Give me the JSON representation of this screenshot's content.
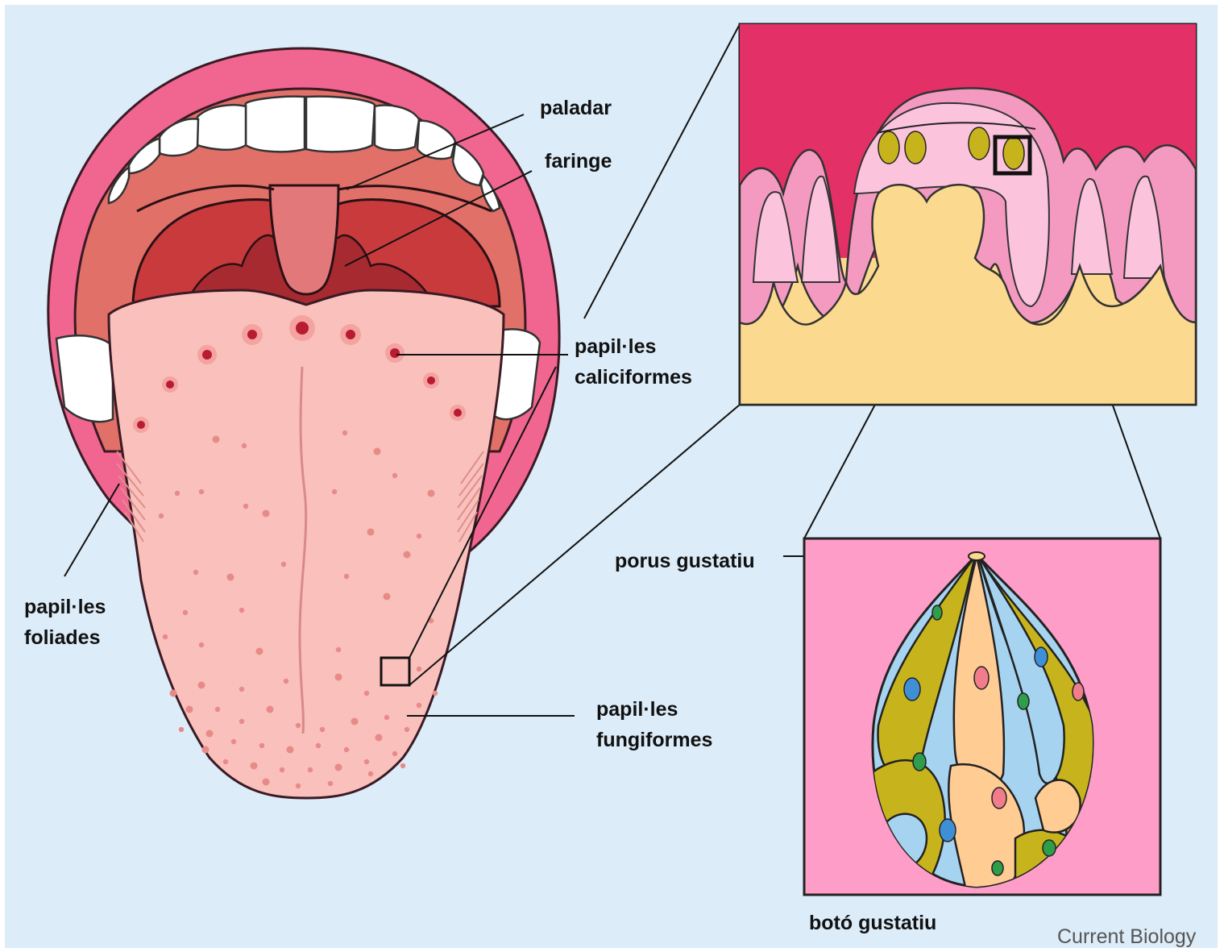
{
  "labels": {
    "palate": "paladar",
    "pharynx": "faringe",
    "circumvallate_line1": "papil·les",
    "circumvallate_line2": "caliciformes",
    "foliate_line1": "papil·les",
    "foliate_line2": "foliades",
    "fungiform_line1": "papil·les",
    "fungiform_line2": "fungiformes",
    "taste_pore": "porus gustatiu",
    "taste_bud": "botó gustatiu"
  },
  "credit": "Current Biology",
  "colors": {
    "background": "#dcecf8",
    "lips": "#f06690",
    "mouth_interior": "#e07068",
    "throat": "#c93a3d",
    "tongue": "#f9c0bc",
    "papillae": "#c8283a",
    "teeth": "#ffffff",
    "inset_tissue_top": "#e33066",
    "inset_papilla": "#f49ac1",
    "inset_connective": "#fbd98e",
    "bud_background": "#fd9dc8",
    "bud_blue_cell": "#a6d4f0",
    "bud_olive_cell": "#c7b41d",
    "bud_peach_cell": "#ffcc94"
  },
  "icons": [
    "tongue-illustration",
    "papilla-cross-section",
    "taste-bud-illustration"
  ]
}
